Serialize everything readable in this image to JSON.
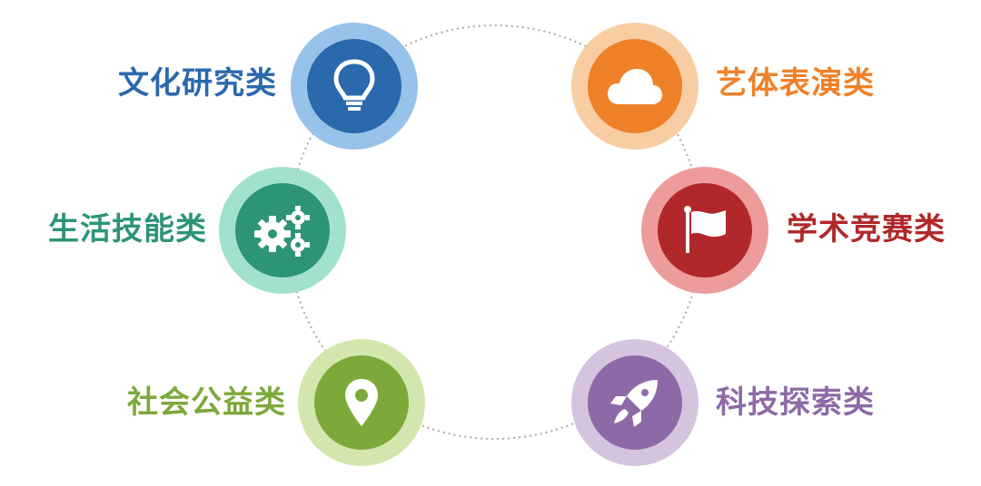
{
  "categories": [
    {
      "id": "culture",
      "label": "文化研究类",
      "icon": "lightbulb-icon",
      "color": "#2a69ac",
      "ring_color": "#97c2ea"
    },
    {
      "id": "arts",
      "label": "艺体表演类",
      "icon": "cloud-icon",
      "color": "#ee8128",
      "ring_color": "#f8cda3"
    },
    {
      "id": "life",
      "label": "生活技能类",
      "icon": "gears-icon",
      "color": "#2d9478",
      "ring_color": "#a3e1cf"
    },
    {
      "id": "academic",
      "label": "学术竞赛类",
      "icon": "flag-icon",
      "color": "#b0282a",
      "ring_color": "#ee9b9b"
    },
    {
      "id": "welfare",
      "label": "社会公益类",
      "icon": "map-pin-icon",
      "color": "#7da93a",
      "ring_color": "#d3e6ad"
    },
    {
      "id": "science",
      "label": "科技探索类",
      "icon": "rocket-icon",
      "color": "#8d6aa7",
      "ring_color": "#d5c4de"
    }
  ]
}
